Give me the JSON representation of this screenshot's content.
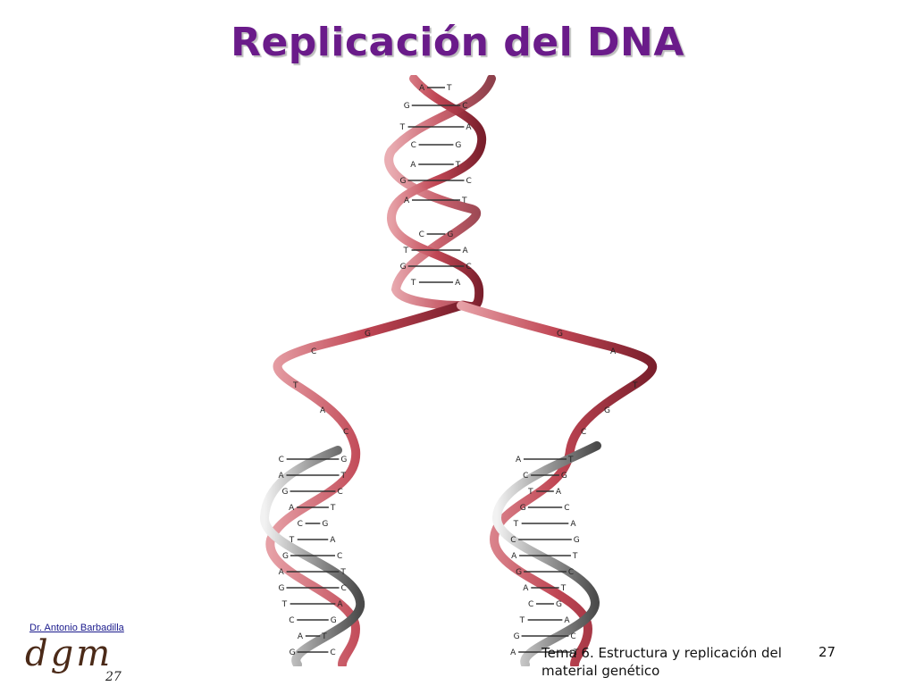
{
  "slide": {
    "title": "Replicación del DNA",
    "author_link": "Dr. Antonio Barbadilla",
    "logo_text": "dgm",
    "logo_number": "27",
    "footer_topic": "Tema 6. Estructura y replicación del material genético",
    "page_number": "27"
  },
  "figure": {
    "strand_color": "#c0505a",
    "new_strand_color": "#8a8a8a",
    "base_labels": [
      "A",
      "T",
      "G",
      "C",
      "T",
      "A",
      "C",
      "G",
      "A",
      "T",
      "G",
      "C",
      "A",
      "T",
      "C",
      "G",
      "T",
      "A",
      "G",
      "C",
      "T",
      "A",
      "C",
      "G",
      "A",
      "T",
      "G",
      "C",
      "A",
      "T",
      "C",
      "G",
      "T",
      "A",
      "G",
      "C"
    ]
  }
}
